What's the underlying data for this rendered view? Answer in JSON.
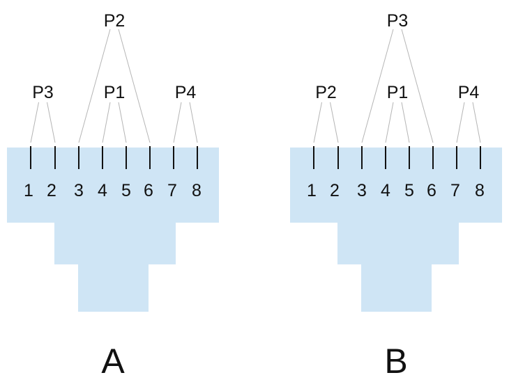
{
  "colors": {
    "connector": "#cfe5f5",
    "pin": "#111111",
    "pair_line": "#b5b5b5",
    "text": "#111111"
  },
  "diagrams": [
    {
      "label": "A",
      "pins": [
        "1",
        "2",
        "3",
        "4",
        "5",
        "6",
        "7",
        "8"
      ],
      "pairs": [
        {
          "label": "P3",
          "pins": [
            1,
            2
          ]
        },
        {
          "label": "P2",
          "pins": [
            3,
            6
          ]
        },
        {
          "label": "P1",
          "pins": [
            4,
            5
          ]
        },
        {
          "label": "P4",
          "pins": [
            7,
            8
          ]
        }
      ]
    },
    {
      "label": "B",
      "pins": [
        "1",
        "2",
        "3",
        "4",
        "5",
        "6",
        "7",
        "8"
      ],
      "pairs": [
        {
          "label": "P2",
          "pins": [
            1,
            2
          ]
        },
        {
          "label": "P3",
          "pins": [
            3,
            6
          ]
        },
        {
          "label": "P1",
          "pins": [
            4,
            5
          ]
        },
        {
          "label": "P4",
          "pins": [
            7,
            8
          ]
        }
      ]
    }
  ]
}
